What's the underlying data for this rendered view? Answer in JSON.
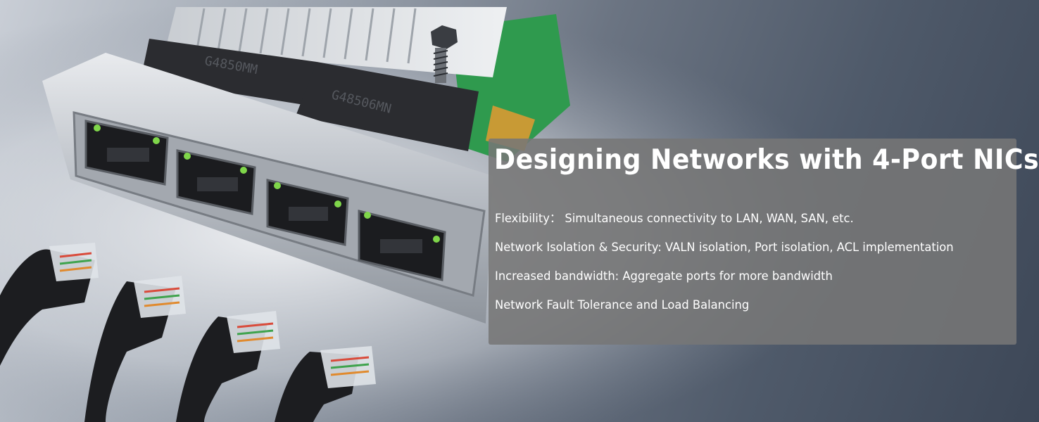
{
  "banner": {
    "title": "Designing Networks with 4-Port NICs",
    "features": [
      {
        "lead": "Flexibility：",
        "text": " Simultaneous connectivity to LAN, WAN, SAN, etc."
      },
      {
        "lead": "Network Isolation & Security:",
        "text": " VALN isolation, Port isolation, ACL implementation"
      },
      {
        "lead": "Increased bandwidth:",
        "text": " Aggregate ports for more bandwidth"
      },
      {
        "lead": "Network Fault Tolerance and Load Balancing",
        "text": ""
      }
    ]
  },
  "colors": {
    "panel": "#767676",
    "text": "#ffffff",
    "led_green": "#7fd64a",
    "pcb_green": "#2f9a4e"
  },
  "illustration": {
    "nic_port_count": 4,
    "cable_count": 4,
    "chip_marking_1": "G4850MM",
    "chip_marking_2": "G48506MN"
  }
}
